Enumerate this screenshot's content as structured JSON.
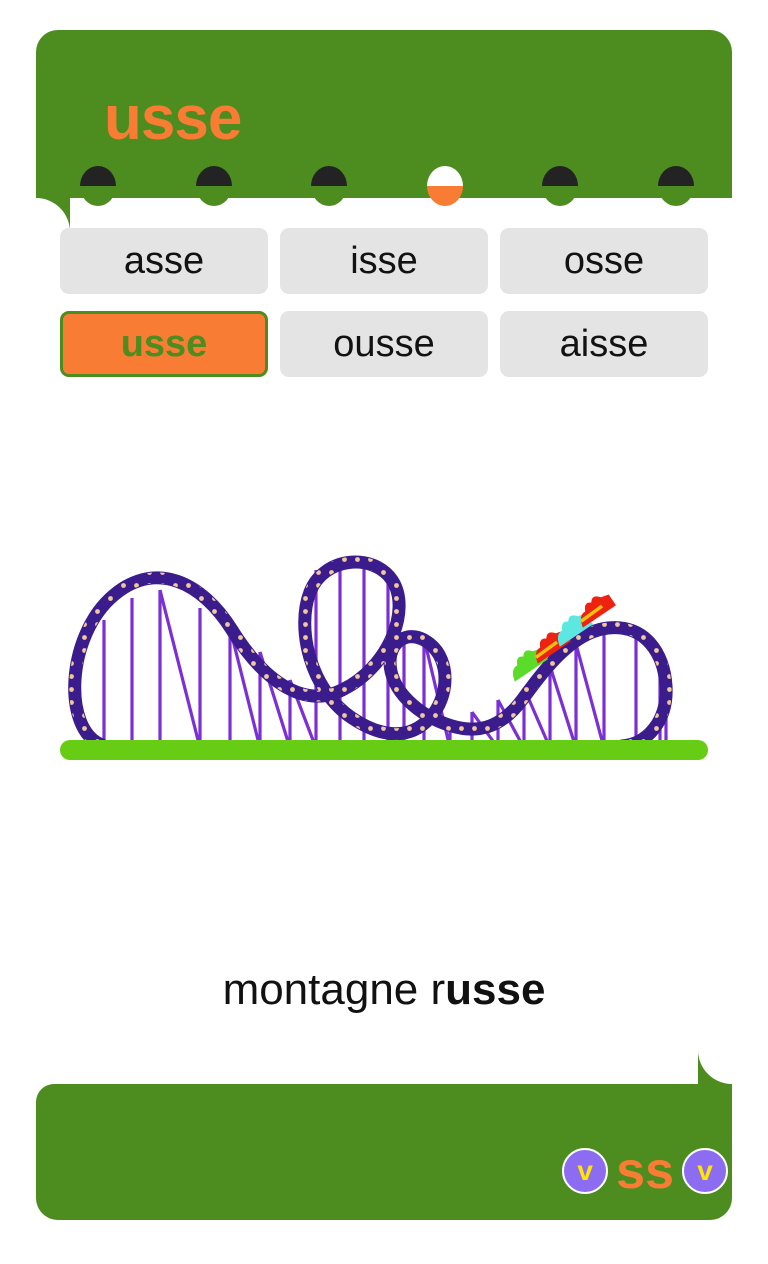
{
  "header": {
    "title": "usse",
    "background_color": "#4d8c1e",
    "title_color": "#f97c35"
  },
  "progress": {
    "total": 6,
    "current_index": 4,
    "dots": [
      {
        "state": "done"
      },
      {
        "state": "done"
      },
      {
        "state": "done"
      },
      {
        "state": "current"
      },
      {
        "state": "done"
      },
      {
        "state": "done"
      }
    ],
    "done_color": "#232323",
    "current_top_color": "#ffffff",
    "current_bottom_color": "#f97c35"
  },
  "answers": {
    "options": [
      {
        "label": "asse",
        "selected": false
      },
      {
        "label": "isse",
        "selected": false
      },
      {
        "label": "osse",
        "selected": false
      },
      {
        "label": "usse",
        "selected": true
      },
      {
        "label": "ousse",
        "selected": false
      },
      {
        "label": "aisse",
        "selected": false
      }
    ],
    "default_bg": "#e4e4e4",
    "selected_bg": "#f97c35",
    "selected_border": "#4d8c1e",
    "selected_text": "#4d8c1e"
  },
  "illustration": {
    "name": "roller-coaster-illustration",
    "track_color": "#3b1c8c",
    "track_light_color": "#f0c89a",
    "support_color": "#7b2fd4",
    "ground_color": "#66cc14",
    "cars": [
      {
        "color": "#5cdc2a",
        "stripe": "#f9c20a"
      },
      {
        "color": "#5ce8e0",
        "stripe": "#f9c20a"
      },
      {
        "color": "#ee2211",
        "stripe": "#f9c20a"
      }
    ]
  },
  "caption": {
    "prefix": "montagne r",
    "highlight": "usse",
    "full_text": "montagne russe"
  },
  "footer": {
    "letters": "ss",
    "letters_color": "#f97c35",
    "badge_left_label": "v",
    "badge_right_label": "v",
    "badge_bg": "#8c6cf0",
    "badge_text_color": "#ffe600",
    "background_color": "#4d8c1e"
  }
}
